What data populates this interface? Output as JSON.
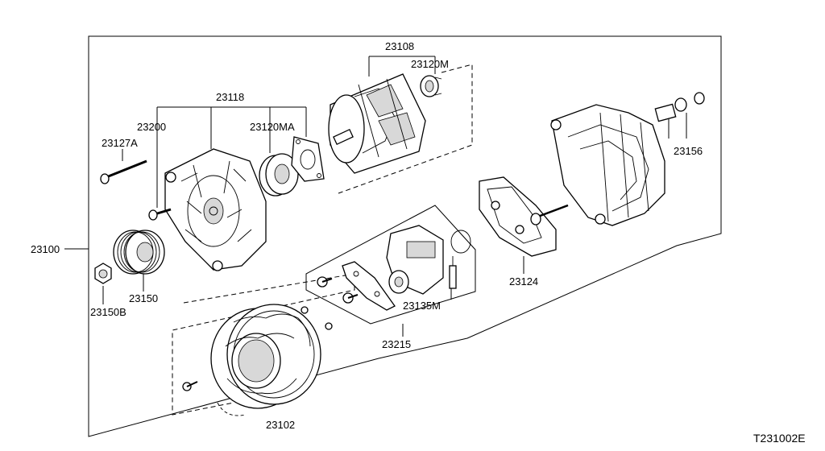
{
  "labels": {
    "p23100": "23100",
    "p23108": "23108",
    "p23120M": "23120M",
    "p23118": "23118",
    "p23200": "23200",
    "p23120MA": "23120MA",
    "p23127A": "23127A",
    "p23156": "23156",
    "p23150": "23150",
    "p23150B": "23150B",
    "p23124": "23124",
    "p23135M": "23135M",
    "p23215": "23215",
    "p23102": "23102"
  },
  "diagram_code": "T231002E"
}
